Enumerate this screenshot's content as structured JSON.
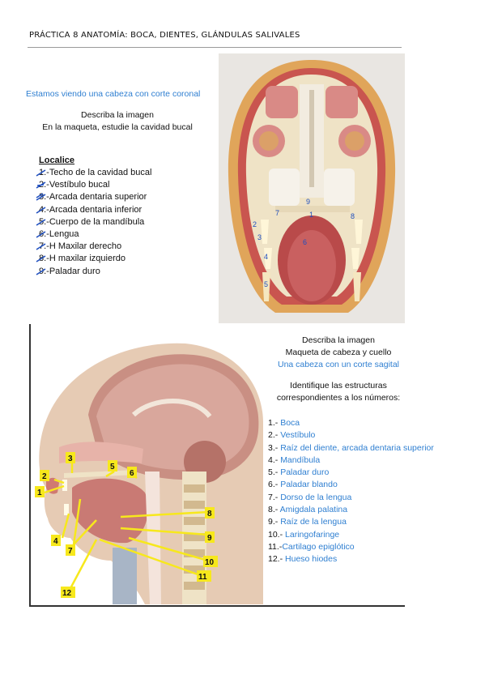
{
  "header": {
    "title": "PRÁCTICA 8 ANATOMÍA: BOCA, DIENTES, GLÁNDULAS SALIVALES"
  },
  "section1": {
    "note": "Estamos viendo una cabeza con corte coronal",
    "prompt_line1": "Describa la imagen",
    "prompt_line2": "En la maqueta, estudie la cavidad bucal",
    "list_title": "Localice",
    "items": [
      "1.-Techo de la cavidad bucal",
      "2.-Vestíbulo bucal",
      "3.-Arcada dentaria superior",
      "4.-Arcada dentaria inferior",
      "5.-Cuerpo de la mandíbula",
      "6.-Lengua",
      "7.-H Maxilar derecho",
      "8.-H maxilar izquierdo",
      "9.-Paladar duro"
    ],
    "figure_labels": [
      "1",
      "2",
      "3",
      "4",
      "5",
      "6",
      "7",
      "8",
      "9"
    ]
  },
  "section2": {
    "prompt_line1": "Describa la imagen",
    "prompt_line2": "Maqueta de cabeza y cuello",
    "note": "Una cabeza con un corte sagital",
    "identify_line1": "Identifique las estructuras",
    "identify_line2": "correspondientes a los números:",
    "items": [
      {
        "num": "1.-",
        "answer": "Boca"
      },
      {
        "num": "2.-",
        "answer": "Vestíbulo"
      },
      {
        "num": "3.-",
        "answer": "Raíz del diente, arcada dentaria superior"
      },
      {
        "num": "4.-",
        "answer": "Mandíbula"
      },
      {
        "num": "5.-",
        "answer": "Paladar duro"
      },
      {
        "num": "6.-",
        "answer": "Paladar blando"
      },
      {
        "num": "7.-",
        "answer": "Dorso de la lengua"
      },
      {
        "num": "8.-",
        "answer": "Amigdala palatina"
      },
      {
        "num": "9.-",
        "answer": "Raíz de la lengua"
      },
      {
        "num": "10.-",
        "answer": "Laringofaringe"
      },
      {
        "num": "11.-",
        "answer": "Cartilago epiglótico"
      },
      {
        "num": "12.-",
        "answer": "Hueso hiodes"
      }
    ],
    "figure_labels": [
      "1",
      "2",
      "3",
      "4",
      "5",
      "6",
      "7",
      "8",
      "9",
      "10",
      "11",
      "12"
    ]
  },
  "colors": {
    "accent_blue": "#2f7fd1",
    "pen_blue": "#1f4fbf",
    "callout_yellow": "#f7e81c",
    "tissue_pink": "#d98a86",
    "bone_cream": "#efe3c6"
  }
}
